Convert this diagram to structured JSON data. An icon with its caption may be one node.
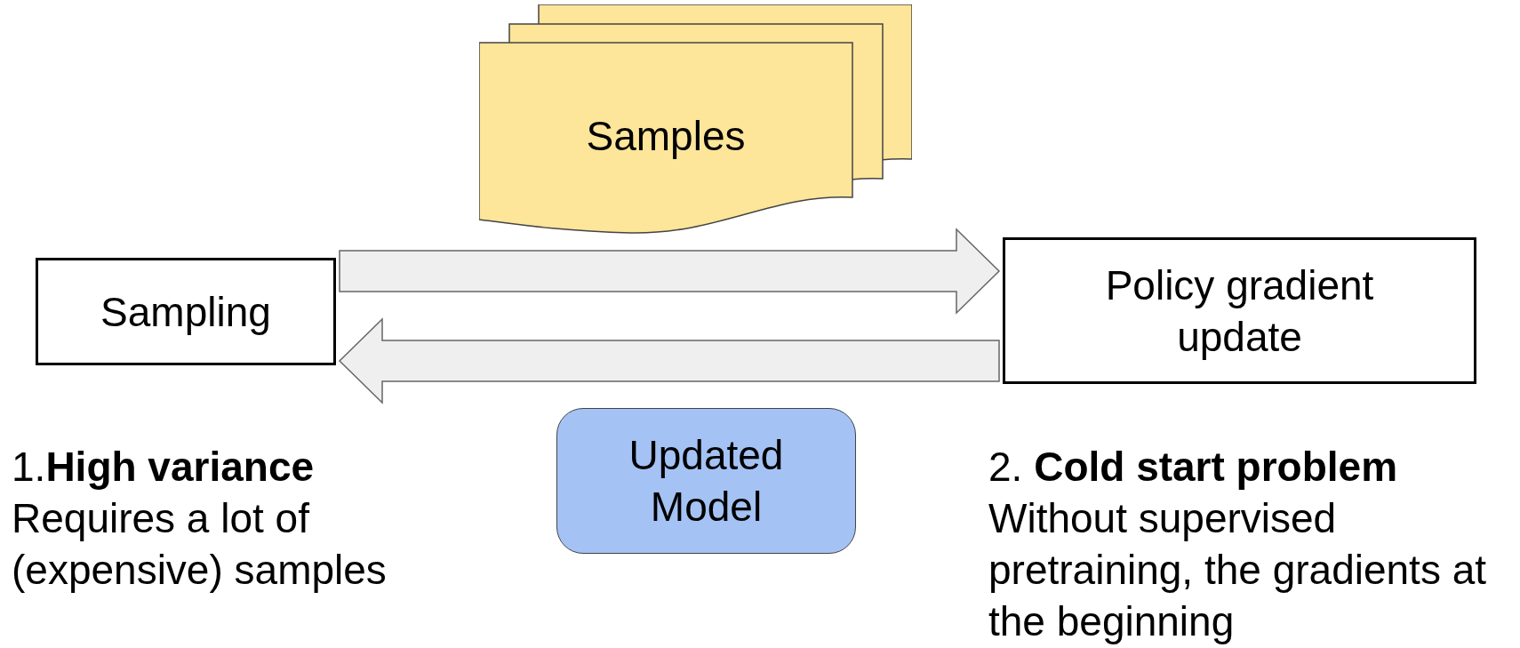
{
  "diagram": {
    "nodes": [
      {
        "text": [
          "Sampling"
        ]
      },
      {
        "text": [
          "Policy gradient update"
        ]
      },
      {
        "text": [
          "Samples"
        ]
      },
      {
        "text": [
          "Updated Model"
        ]
      }
    ],
    "edges": [
      {
        "from": 0,
        "to": 1,
        "arrow": "to",
        "style": "thick"
      },
      {
        "from": 1,
        "to": 0,
        "arrow": "to",
        "style": "thick"
      }
    ],
    "labels": [
      "1.**High variance**",
      "Requires a lot of (expensive) samples",
      "2. **Cold start problem**",
      "Without supervised pretraining, the gradients at the beginning"
    ]
  }
}
